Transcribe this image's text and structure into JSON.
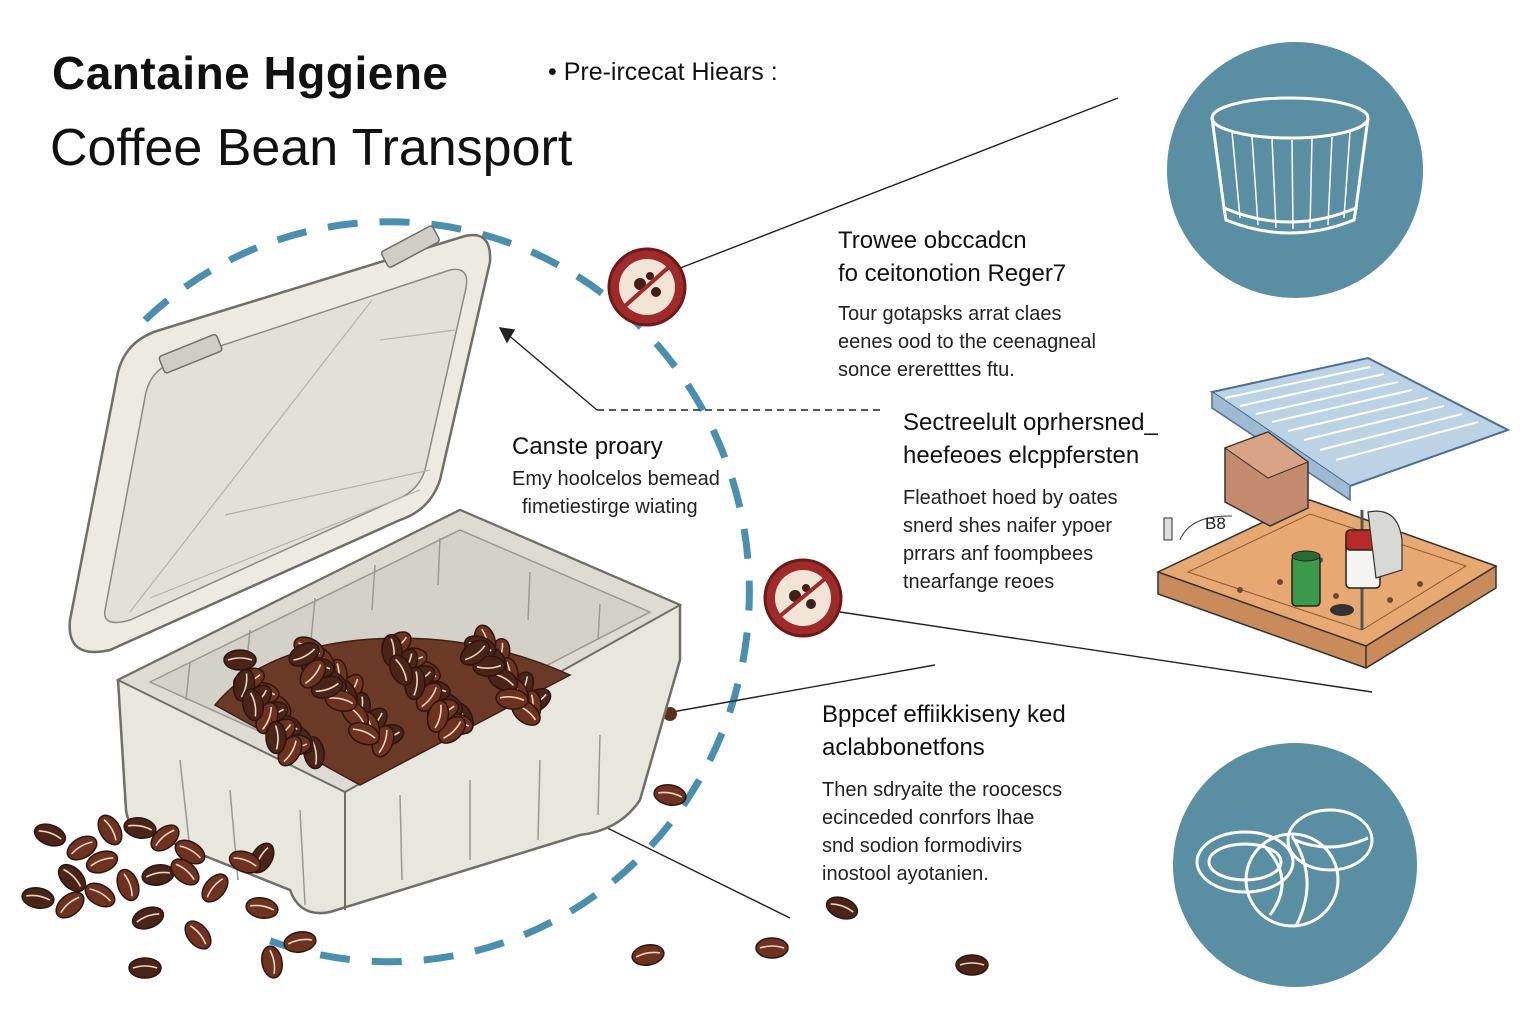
{
  "header": {
    "title": "Cantaine Hggiene",
    "tagline": "• Pre-ircecat Hiears :",
    "subtitle": "Coffee Bean Transport"
  },
  "callouts": [
    {
      "heading_lines": [
        "Trowee obccadcn",
        "fo ceitonotion Reger7"
      ],
      "body_lines": [
        "Tour gotapsks arrat claes",
        "eenes ood to the ceenagneal",
        "sonce ereretttes ftu."
      ]
    },
    {
      "heading_lines": [
        "Canste proary"
      ],
      "body_lines": [
        "Emy hoolcelos bemead",
        "fimetiestirge wiating"
      ]
    },
    {
      "heading_lines": [
        "Sectreelult oprhersned_",
        "heefeoes elcppfersten"
      ],
      "body_lines": [
        "Fleathoet hoed by oates",
        "snerd shes naifer ypoer",
        "prrars anf foompbees",
        "tnearfange reoes"
      ]
    },
    {
      "heading_lines": [
        "Bppcef effiikkiseny ked",
        "aclabbonetfons"
      ],
      "body_lines": [
        "Then sdryaite the roocescs",
        "ecinceded conrfors lhae",
        "snd sodion formodivirs",
        "inostool ayotanien."
      ]
    }
  ],
  "illustration": {
    "station_label": "B8",
    "colors": {
      "accent_blue": "#4a8fad",
      "icon_circle": "#5a8ea3",
      "badge_red": "#9e2a2a",
      "bean_brown": "#5a2f1f",
      "container": "#ecebe3",
      "station_base": "#e8a872"
    },
    "icons": [
      "bowl-icon",
      "coffee-beans-icon",
      "contamination-badge-icon",
      "sanitizing-station-icon",
      "container-icon"
    ]
  }
}
